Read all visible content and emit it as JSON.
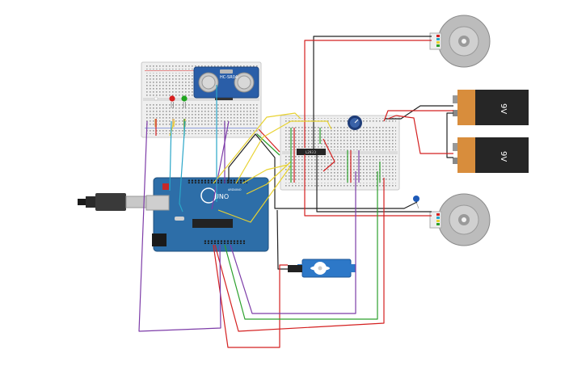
{
  "components": {
    "sensor": {
      "label": "HC-SR04",
      "type": "ultrasonic-sensor"
    },
    "arduino": {
      "label": "UNO",
      "subtitle": "ARDUINO",
      "type": "microcontroller"
    },
    "chip": {
      "label": "L293D",
      "type": "motor-driver-ic"
    },
    "battery_top": {
      "label": "9V"
    },
    "battery_bottom": {
      "label": "9V"
    },
    "motor_top": {
      "type": "dc-motor"
    },
    "motor_bottom": {
      "type": "dc-motor"
    },
    "servo": {
      "type": "micro-servo"
    },
    "leds": {
      "colors": [
        "#d81e1e",
        "#1fa51f"
      ]
    }
  },
  "colors": {
    "breadboard": "#efefef",
    "arduino": "#2d6ea8",
    "wire_red": "#d42020",
    "wire_green": "#2ca02c",
    "wire_purple": "#7d3ca8",
    "wire_yellow": "#e8d230",
    "wire_black": "#222222",
    "wire_blue": "#2aa6c8",
    "battery_black": "#262626",
    "battery_copper": "#d88d3c",
    "servo": "#2d78c8",
    "motor": "#bcbcbc"
  }
}
